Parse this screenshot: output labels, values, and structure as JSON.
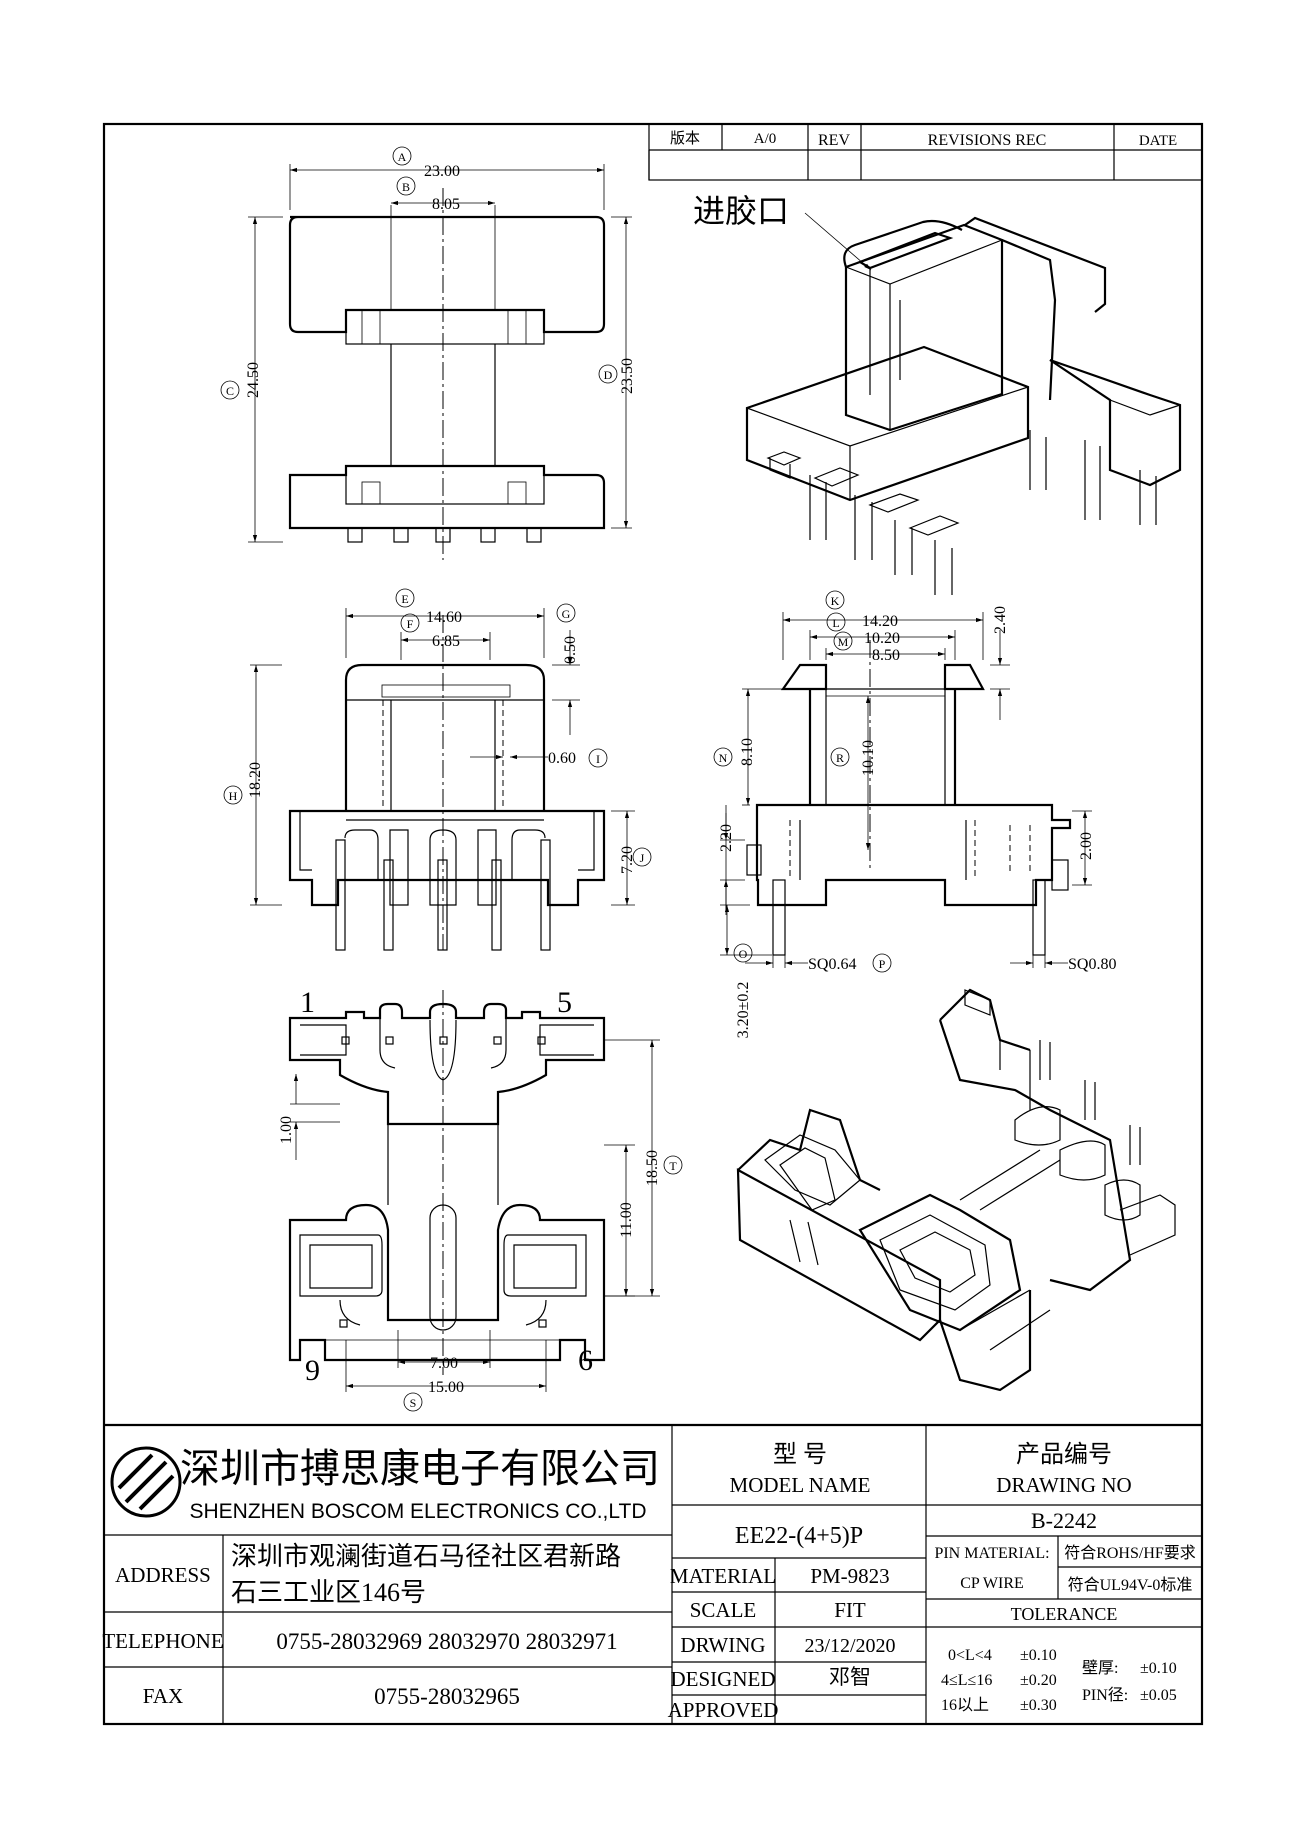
{
  "revision": {
    "version_label": "版本",
    "version_value": "A/0",
    "rev_label": "REV",
    "records_label": "REVISIONS REC",
    "date_label": "DATE"
  },
  "views": {
    "top": {
      "A": "23.00",
      "B": "8.05",
      "C": "24.50",
      "D": "23.50",
      "tag_A": "A",
      "tag_B": "B",
      "tag_C": "C",
      "tag_D": "D"
    },
    "front": {
      "E": "14.60",
      "F": "6.85",
      "G": "0.50",
      "H": "18.20",
      "I": "0.60",
      "J": "7.20",
      "tag_E": "E",
      "tag_F": "F",
      "tag_G": "G",
      "tag_H": "H",
      "tag_I": "I",
      "tag_J": "J"
    },
    "side": {
      "K": "14.20",
      "L": "10.20",
      "M": "8.50",
      "top_small": "2.40",
      "N": "8.10",
      "R": "10.10",
      "left_lower": "2.20",
      "right_lower": "2.00",
      "P": "SQ0.64",
      "sq_right": "SQ0.80",
      "O": "3.20±0.2",
      "tag_K": "K",
      "tag_L": "L",
      "tag_M": "M",
      "tag_N": "N",
      "tag_R": "R",
      "tag_P": "P",
      "tag_O": "O"
    },
    "bottom": {
      "pitch": "1.00",
      "T": "18.50",
      "inner": "11.00",
      "pin_span": "7.00",
      "S": "15.00",
      "tag_T": "T",
      "tag_S": "S",
      "pin1": "1",
      "pin5": "5",
      "pin9": "9",
      "pin6": "6"
    },
    "iso_gate_label": "进胶口"
  },
  "title_block": {
    "company_cn": "深圳市搏思康电子有限公司",
    "company_en": "SHENZHEN BOSCOM ELECTRONICS CO.,LTD",
    "address_label": "ADDRESS",
    "address_line1": "深圳市观澜街道石马径社区君新路",
    "address_line2": "石三工业区146号",
    "telephone_label": "TELEPHONE",
    "telephone": "0755-28032969 28032970 28032971",
    "fax_label": "FAX",
    "fax": "0755-28032965",
    "model_label_cn": "型 号",
    "model_label_en": "MODEL NAME",
    "model_value": "EE22-(4+5)P",
    "drawing_label_cn": "产品编号",
    "drawing_label_en": "DRAWING NO",
    "drawing_value": "B-2242",
    "material_label": "MATERIAL",
    "material_value": "PM-9823",
    "scale_label": "SCALE",
    "scale_value": "FIT",
    "drwing_label": "DRWING",
    "drwing_value": "23/12/2020",
    "designed_label": "DESIGNED",
    "designed_value": "邓智",
    "approved_label": "APPROVED",
    "pin_material_label": "PIN MATERIAL:",
    "pin_material_value": "CP WIRE",
    "rohs_note": "符合ROHS/HF要求",
    "ul_note": "符合UL94V-0标准",
    "tolerance_label": "TOLERANCE",
    "tol_row1_range": "0<L<4",
    "tol_row1_value": "±0.10",
    "tol_row2_range": "4≤L≤16",
    "tol_row2_value": "±0.20",
    "tol_row3_range": "16以上",
    "tol_row3_value": "±0.30",
    "wall_label": "壁厚:",
    "wall_value": "±0.10",
    "pin_dia_label": "PIN径:",
    "pin_dia_value": "±0.05"
  }
}
